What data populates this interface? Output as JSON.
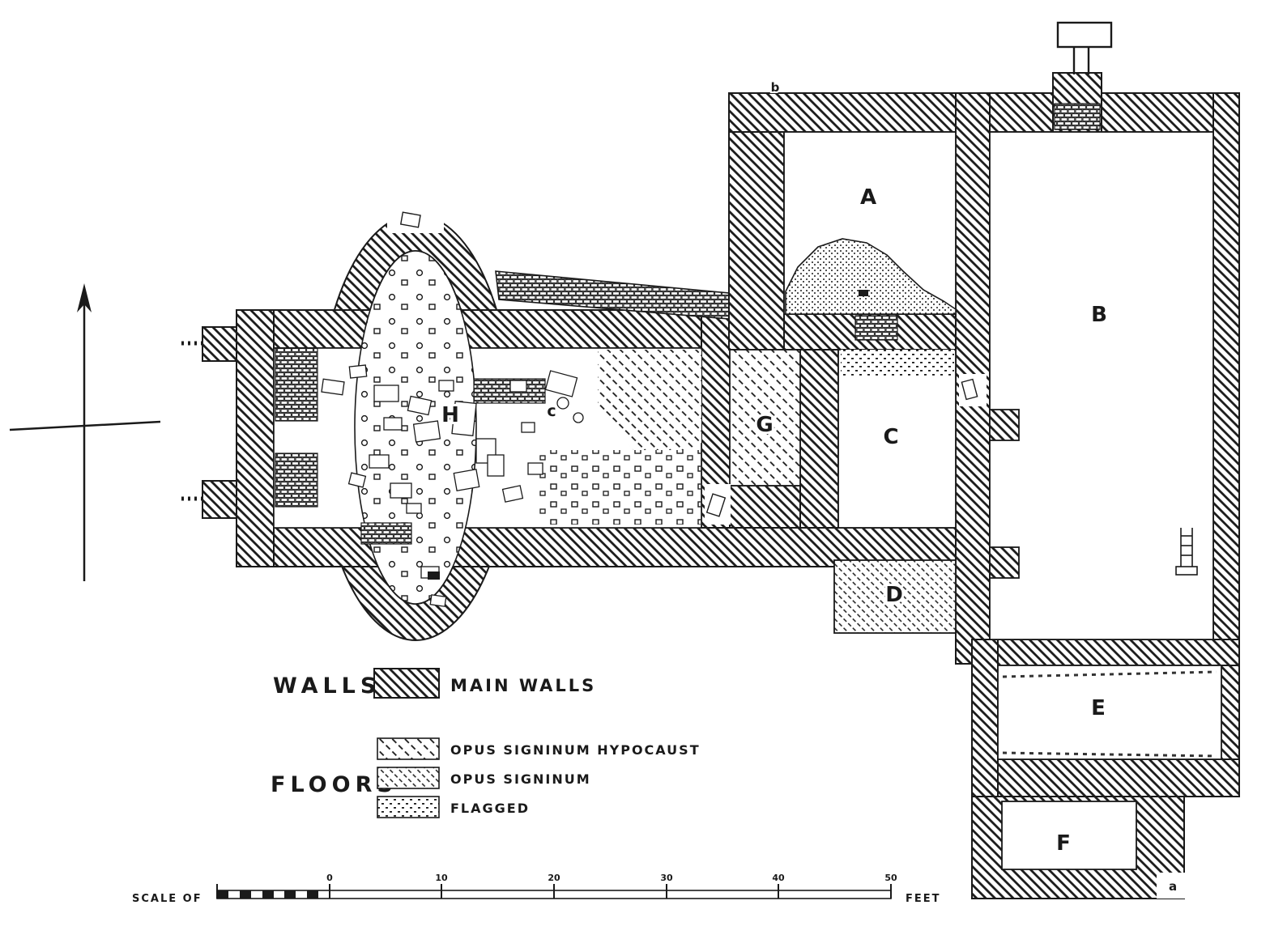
{
  "plan": {
    "rooms": [
      {
        "label": "A"
      },
      {
        "label": "B"
      },
      {
        "label": "C"
      },
      {
        "label": "D"
      },
      {
        "label": "E"
      },
      {
        "label": "F"
      },
      {
        "label": "G"
      },
      {
        "label": "H"
      },
      {
        "label": "c"
      }
    ],
    "markers": [
      {
        "label": "b"
      },
      {
        "label": "a"
      }
    ]
  },
  "legend": {
    "walls": {
      "title": "WALLS",
      "items": [
        {
          "label": "MAIN WALLS"
        }
      ]
    },
    "floors": {
      "title": "FLOORS",
      "items": [
        {
          "label": "OPUS SIGNINUM HYPOCAUST"
        },
        {
          "label": "OPUS SIGNINUM"
        },
        {
          "label": "FLAGGED"
        }
      ]
    }
  },
  "scale_bar": {
    "prefix": "SCALE OF",
    "unit": "FEET",
    "ticks": [
      "0",
      "10",
      "20",
      "30",
      "40",
      "50"
    ]
  },
  "colors": {
    "ink": "#1a1a1a",
    "paper": "#ffffff"
  }
}
